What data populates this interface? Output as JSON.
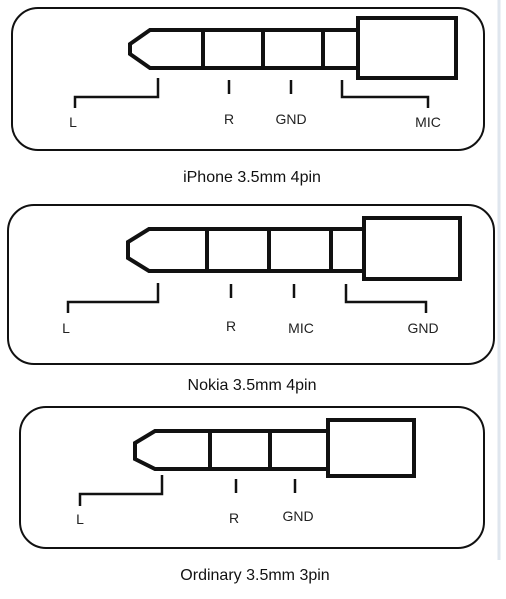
{
  "diagrams": [
    {
      "caption": "iPhone 3.5mm 4pin",
      "pins": [
        "L",
        "R",
        "GND",
        "MIC"
      ]
    },
    {
      "caption": "Nokia 3.5mm 4pin",
      "pins": [
        "L",
        "R",
        "MIC",
        "GND"
      ]
    },
    {
      "caption": "Ordinary 3.5mm 3pin",
      "pins": [
        "L",
        "R",
        "GND"
      ]
    }
  ],
  "colors": {
    "stroke": "#111111",
    "background": "#ffffff"
  }
}
